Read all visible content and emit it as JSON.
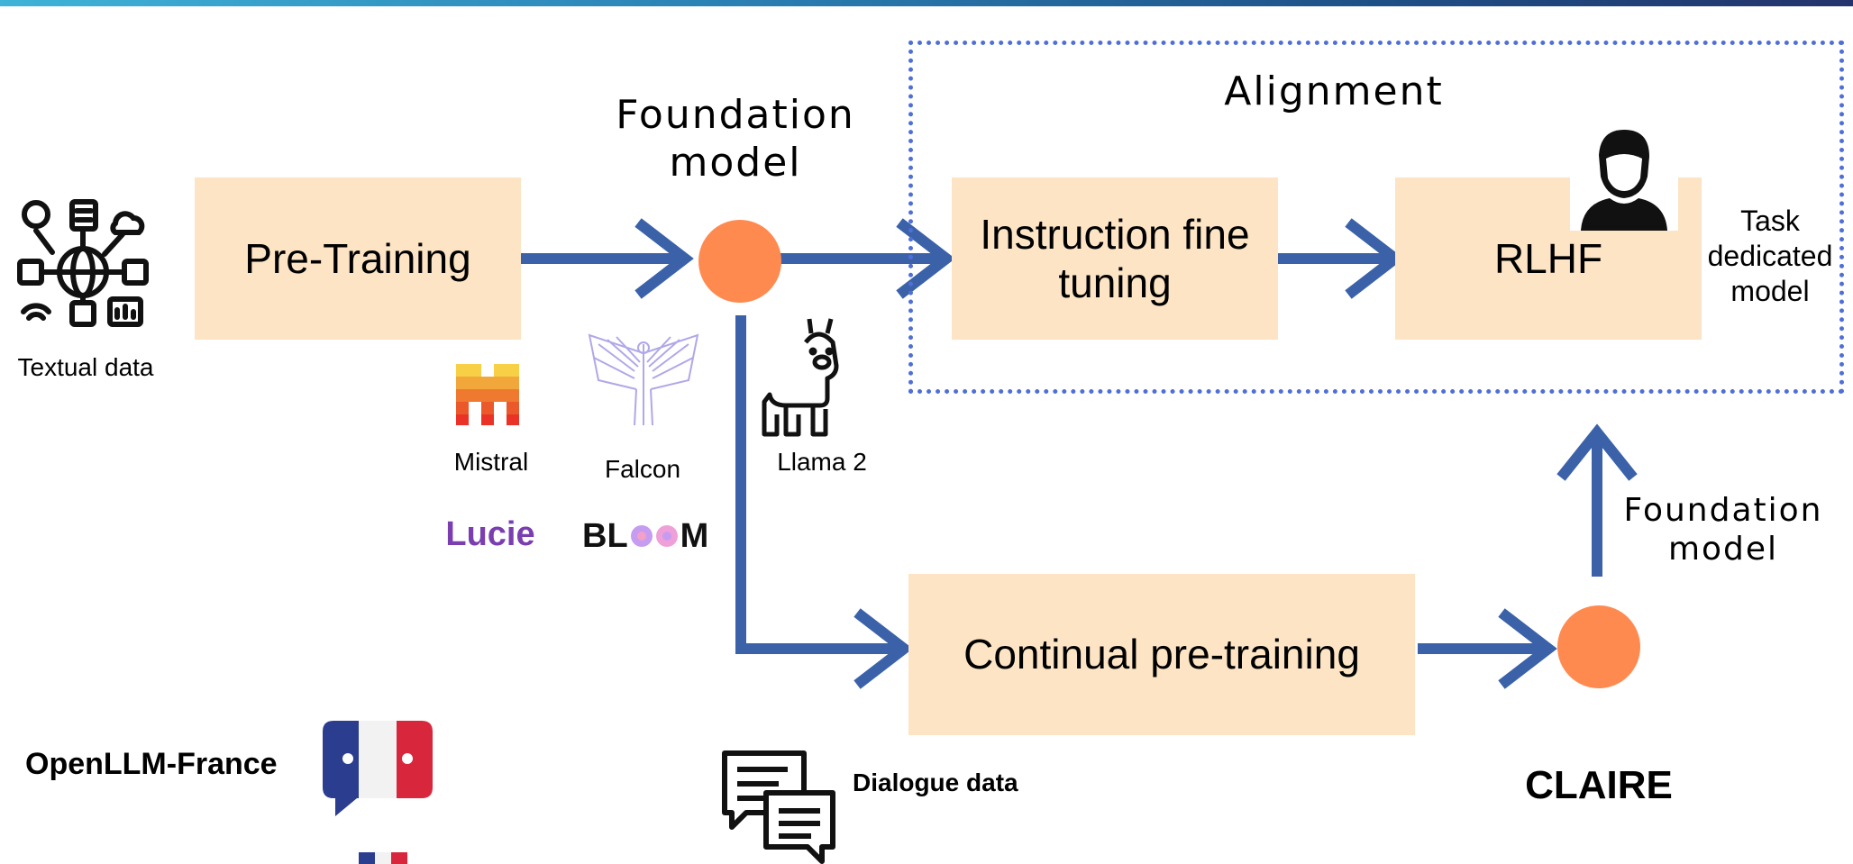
{
  "textual_data_label": "Textual data",
  "pretraining_label": "Pre-Training",
  "foundation_model_top": "Foundation model",
  "alignment_label": "Alignment",
  "instruction_label": "Instruction fine tuning",
  "rlhf_label": "RLHF",
  "task_model_label": "Task dedicated model",
  "models": {
    "mistral": "Mistral",
    "falcon": "Falcon",
    "llama": "Llama 2",
    "lucie": "Lucie",
    "bloom": "BLOOM"
  },
  "continual_label": "Continual pre-training",
  "foundation_model_right": "Foundation model",
  "claire_label": "CLAIRE",
  "dialogue_label": "Dialogue data",
  "openllm_label": "OpenLLM-France",
  "colors": {
    "arrow": "#3b62a8",
    "box": "#fce4c4",
    "dot": "#ff8a50",
    "lucie": "#7a3eb0",
    "alignment_border": "#4f6fd8"
  }
}
